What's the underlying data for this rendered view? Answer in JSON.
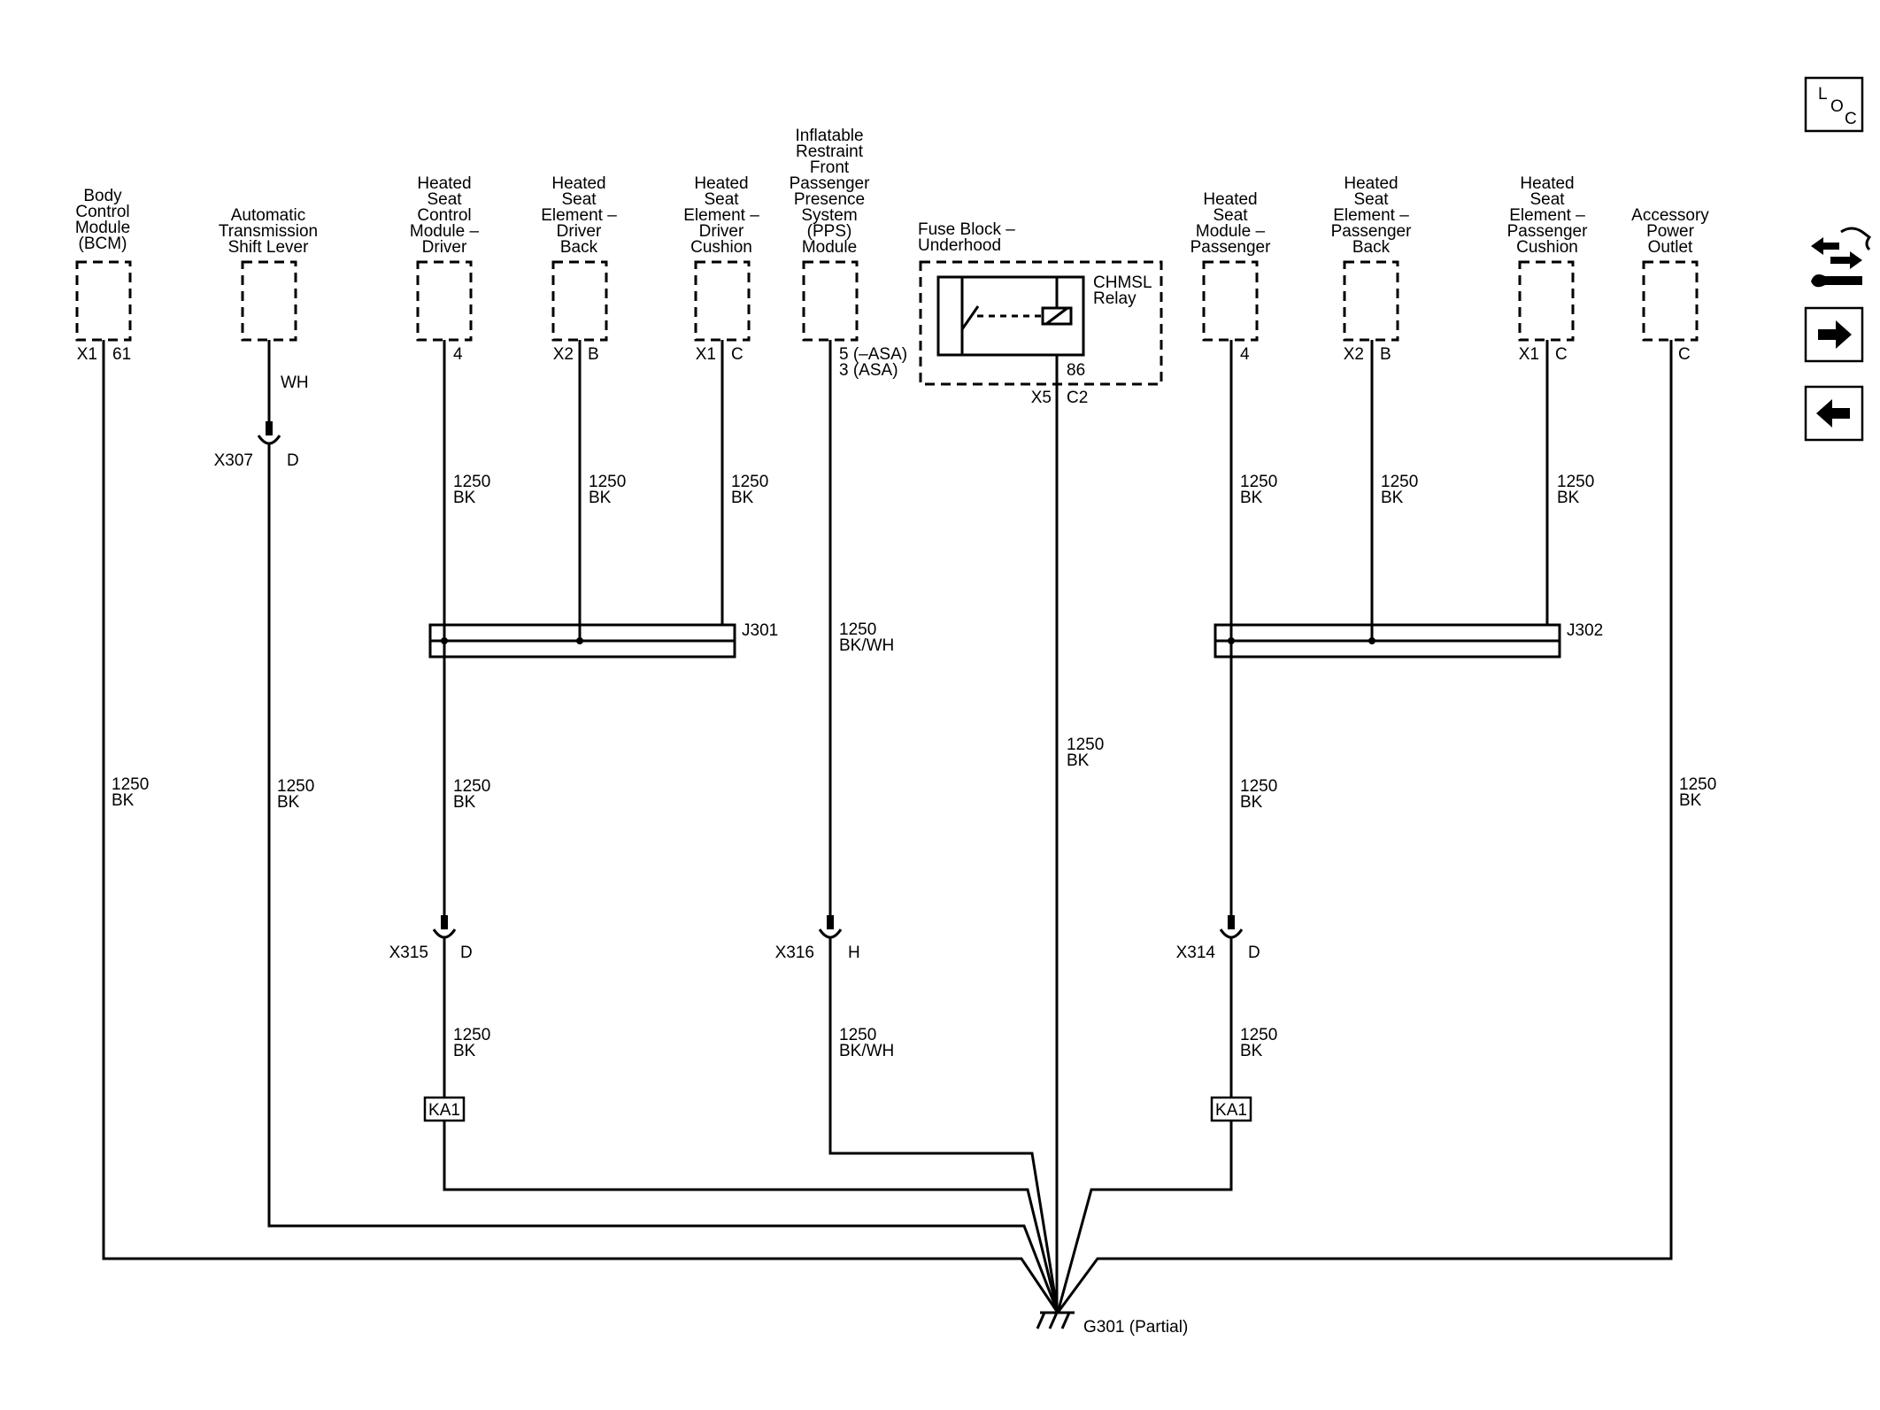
{
  "components": {
    "bcm": {
      "title": [
        "Body",
        "Control",
        "Module",
        "(BCM)"
      ],
      "connector": "X1",
      "pin": "61"
    },
    "shift_lever": {
      "title": [
        "Automatic",
        "Transmission",
        "Shift Lever"
      ]
    },
    "hs_module_driver": {
      "title": [
        "Heated",
        "Seat",
        "Control",
        "Module –",
        "Driver"
      ],
      "pin": "4"
    },
    "hs_elem_driver_back": {
      "title": [
        "Heated",
        "Seat",
        "Element –",
        "Driver",
        "Back"
      ],
      "connector": "X2",
      "pin": "B"
    },
    "hs_elem_driver_cushion": {
      "title": [
        "Heated",
        "Seat",
        "Element –",
        "Driver",
        "Cushion"
      ],
      "connector": "X1",
      "pin": "C"
    },
    "pps_module": {
      "title": [
        "Inflatable",
        "Restraint",
        "Front",
        "Passenger",
        "Presence",
        "System",
        "(PPS)",
        "Module"
      ],
      "pin_a": "5 (–ASA)",
      "pin_b": "3 (ASA)"
    },
    "fuse_block": {
      "title": [
        "Fuse Block –",
        "Underhood"
      ],
      "relay": [
        "CHMSL",
        "Relay"
      ],
      "relay_pin": "86",
      "connector": "X5",
      "pin": "C2"
    },
    "hs_module_pass": {
      "title": [
        "Heated",
        "Seat",
        "Module –",
        "Passenger"
      ],
      "pin": "4"
    },
    "hs_elem_pass_back": {
      "title": [
        "Heated",
        "Seat",
        "Element –",
        "Passenger",
        "Back"
      ],
      "connector": "X2",
      "pin": "B"
    },
    "hs_elem_pass_cushion": {
      "title": [
        "Heated",
        "Seat",
        "Element –",
        "Passenger",
        "Cushion"
      ],
      "connector": "X1",
      "pin": "C"
    },
    "accessory_outlet": {
      "title": [
        "Accessory",
        "Power",
        "Outlet"
      ],
      "pin": "C"
    }
  },
  "wires": {
    "bk": [
      "1250",
      "BK"
    ],
    "bkwh": [
      "1250",
      "BK/WH"
    ],
    "wh": "WH"
  },
  "inline_connectors": {
    "x307": {
      "name": "X307",
      "pin": "D"
    },
    "x315": {
      "name": "X315",
      "pin": "D"
    },
    "x316": {
      "name": "X316",
      "pin": "H"
    },
    "x314": {
      "name": "X314",
      "pin": "D"
    }
  },
  "splices": {
    "j301": "J301",
    "j302": "J302",
    "ka1": "KA1"
  },
  "ground": "G301 (Partial)",
  "nav": {
    "loc": {
      "l": "L",
      "o": "O",
      "c": "C"
    },
    "icons": [
      "connector-tools-icon",
      "arrow-right-icon",
      "arrow-left-icon"
    ]
  }
}
